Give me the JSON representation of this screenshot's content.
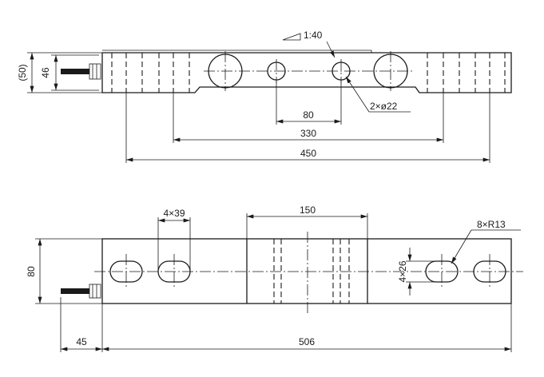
{
  "top_view": {
    "taper_label": "1:40",
    "hole_label": "2×ø22",
    "height_label": "46",
    "overall_height_label": "(50)",
    "hole_spacing_label": "80",
    "mount_spacing_label": "330",
    "body_length_label": "450"
  },
  "bottom_view": {
    "slot_label": "4×39",
    "center_width_label": "150",
    "slot_width_label": "4×26",
    "radius_label": "8×R13",
    "height_label": "80",
    "cable_offset_label": "45",
    "total_length_label": "506"
  },
  "colors": {
    "line": "#1a1a1a",
    "background": "#ffffff"
  },
  "icons": {
    "arrowheads": "arrow-icon",
    "cable_gland": "cable-connector-icon"
  }
}
